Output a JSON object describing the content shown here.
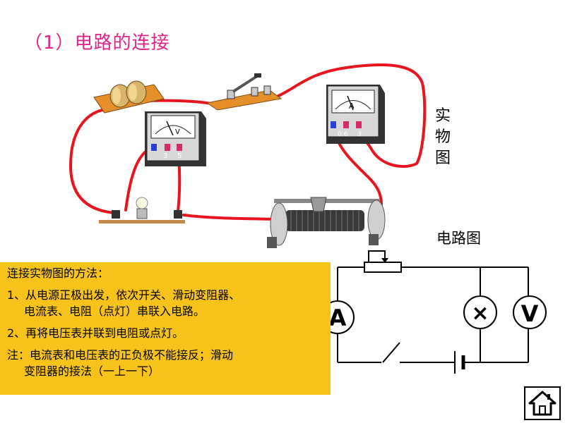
{
  "title": "（1）电路的连接",
  "labels": {
    "physical": [
      "实",
      "物",
      "图"
    ],
    "schematic": "电路图"
  },
  "meters": {
    "voltmeter": {
      "symbol": "V",
      "terminals": [
        "3",
        "5"
      ]
    },
    "ammeter": {
      "symbol": "A",
      "terminals": [
        "0.6",
        "3"
      ]
    }
  },
  "schematic_symbols": {
    "ammeter": "A",
    "lamp": "×",
    "voltmeter": "V"
  },
  "note": {
    "heading": "连接实物图的方法：",
    "step1_line1": "1、从电源正极出发，依次开关、滑动变阻器、",
    "step1_line2": "电流表、电阻（点灯）串联入电路。",
    "step2": "2、再将电压表并联到电阻或点灯。",
    "warning_line1": "注：电流表和电压表的正负极不能接反；滑动",
    "warning_line2": "变阻器的接法（一上一下）"
  },
  "colors": {
    "title": "#e0248a",
    "wire": "#e8141e",
    "note_bg": "#f7c21a"
  },
  "icons": {
    "home": "home-icon"
  }
}
